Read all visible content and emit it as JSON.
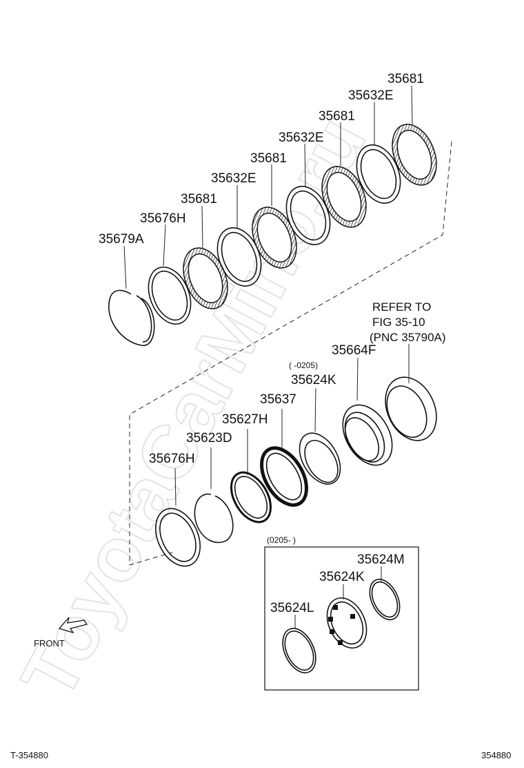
{
  "watermark": "ToyotaCarMino.ru",
  "parts": {
    "p35681_a": "35681",
    "p35632E_a": "35632E",
    "p35681_b": "35681",
    "p35632E_b": "35632E",
    "p35681_c": "35681",
    "p35632E_c": "35632E",
    "p35681_d": "35681",
    "p35676H_a": "35676H",
    "p35679A": "35679A",
    "p35664F": "35664F",
    "p35624K_a": "35624K",
    "p35637": "35637",
    "p35627H": "35627H",
    "p35623D": "35623D",
    "p35676H_b": "35676H",
    "p35624M": "35624M",
    "p35624K_b": "35624K",
    "p35624L": "35624L"
  },
  "refer": {
    "line1": "REFER TO",
    "line2": "FIG  35-10",
    "line3": "(PNC 35790A)"
  },
  "date_range_old": "(      -0205)",
  "date_range_new": "(0205-      )",
  "front_label": "FRONT",
  "footer_left": "T-354880",
  "footer_right": "354880"
}
